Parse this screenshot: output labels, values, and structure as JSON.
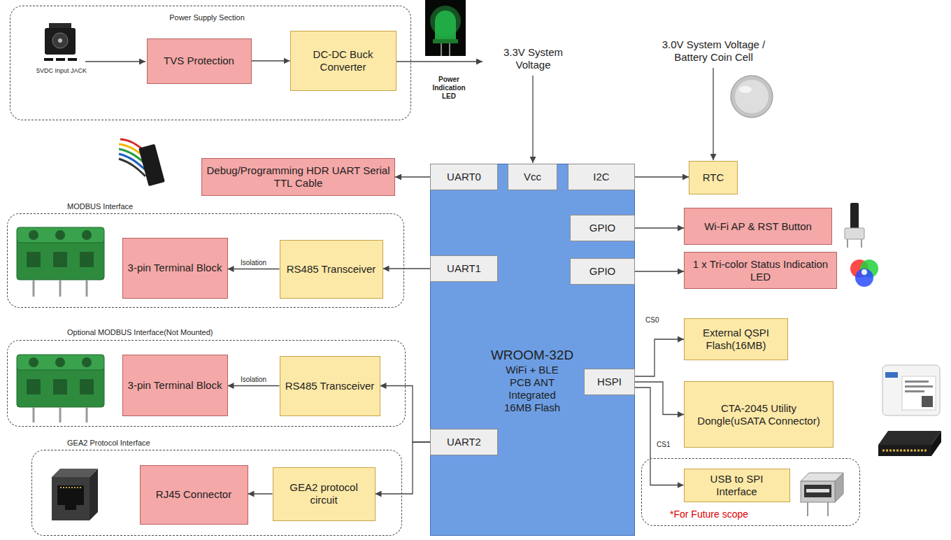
{
  "diagram": {
    "nodes": [
      {
        "text": [
          "Power Supply Section"
        ]
      },
      {
        "text": [
          "TVS Protection"
        ],
        "in": 0
      },
      {
        "text": [
          "DC-DC Buck Converter"
        ],
        "in": 0
      },
      {
        "text": [
          "Debug/Programming HDR UART Serial TTL Cable"
        ]
      },
      {
        "text": [
          "WROOM-32D",
          "WiFi + BLE PCB ANT Integrated 16MB Flash"
        ]
      },
      {
        "text": [
          "UART0"
        ],
        "in": 4
      },
      {
        "text": [
          "Vcc"
        ],
        "in": 4
      },
      {
        "text": [
          "I2C"
        ],
        "in": 4
      },
      {
        "text": [
          "GPIO"
        ],
        "in": 4
      },
      {
        "text": [
          "GPIO"
        ],
        "in": 4
      },
      {
        "text": [
          "UART1"
        ],
        "in": 4
      },
      {
        "text": [
          "HSPI"
        ],
        "in": 4
      },
      {
        "text": [
          "UART2"
        ],
        "in": 4
      },
      {
        "text": [
          "RTC"
        ]
      },
      {
        "text": [
          "Wi-Fi AP & RST Button"
        ]
      },
      {
        "text": [
          "1 x Tri-color Status Indication LED"
        ]
      },
      {
        "text": [
          "MODBUS Interface"
        ]
      },
      {
        "text": [
          "3-pin Terminal Block"
        ],
        "in": 16
      },
      {
        "text": [
          "RS485 Transceiver"
        ],
        "in": 16
      },
      {
        "text": [
          "Optional MODBUS Interface(Not Mounted)"
        ]
      },
      {
        "text": [
          "3-pin Terminal Block"
        ],
        "in": 19
      },
      {
        "text": [
          "RS485 Transceiver"
        ],
        "in": 19
      },
      {
        "text": [
          "GEA2 Protocol Interface"
        ]
      },
      {
        "text": [
          "RJ45 Connector"
        ],
        "in": 22
      },
      {
        "text": [
          "GEA2 protocol circuit"
        ],
        "in": 22
      },
      {
        "text": [
          "External QSPI Flash(16MB)"
        ]
      },
      {
        "text": [
          "CTA-2045 Utility Dongle(uSATA Connector)"
        ]
      },
      {
        "text": [
          "*For Future scope"
        ]
      },
      {
        "text": [
          "USB to SPI Interface"
        ],
        "in": 27
      }
    ],
    "edges": [
      {
        "from": 1,
        "to": 2,
        "arrow": "to"
      },
      {
        "from": 5,
        "to": 3,
        "arrow": "to"
      },
      {
        "from": 7,
        "to": 13,
        "arrow": "to"
      },
      {
        "from": 8,
        "to": 14,
        "arrow": "to"
      },
      {
        "from": 9,
        "to": 15,
        "arrow": "to"
      },
      {
        "from": 10,
        "to": 18,
        "arrow": "to"
      },
      {
        "from": 18,
        "to": 17,
        "arrow": "to",
        "label": "Isolation"
      },
      {
        "from": 12,
        "to": 21,
        "arrow": "to"
      },
      {
        "from": 21,
        "to": 20,
        "arrow": "to",
        "label": "Isolation"
      },
      {
        "from": 12,
        "to": 24,
        "arrow": "to"
      },
      {
        "from": 24,
        "to": 23,
        "arrow": "to"
      },
      {
        "from": 11,
        "to": 25,
        "arrow": "to",
        "label": "CS0"
      },
      {
        "from": 11,
        "to": 26,
        "arrow": "to"
      },
      {
        "from": 11,
        "to": 28,
        "arrow": "to",
        "label": "CS1"
      }
    ],
    "labels": [
      "5VDC Input JACK",
      "Power Indication LED",
      "3.3V System Voltage",
      "3.0V System Voltage / Battery Coin Cell"
    ]
  }
}
